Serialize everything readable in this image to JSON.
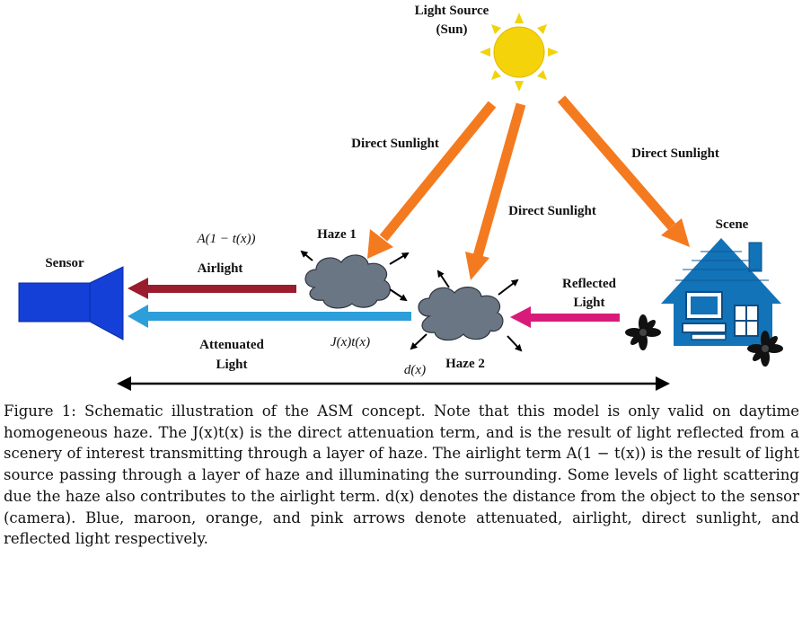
{
  "diagram": {
    "sun_label_line1": "Light Source",
    "sun_label_line2": "(Sun)",
    "direct_sunlight_1": "Direct Sunlight",
    "direct_sunlight_2": "Direct Sunlight",
    "direct_sunlight_3": "Direct Sunlight",
    "scene_label": "Scene",
    "sensor_label": "Sensor",
    "haze1_label": "Haze 1",
    "haze2_label": "Haze 2",
    "airlight_formula": "A(1 − t(x))",
    "airlight_label": "Airlight",
    "reflected_line1": "Reflected",
    "reflected_line2": "Light",
    "attenuated_line1": "Attenuated",
    "attenuated_line2": "Light",
    "transmission_formula": "J(x)t(x)",
    "distance_formula": "d(x)"
  },
  "caption": {
    "text": "Figure 1: Schematic illustration of the ASM concept. Note that this model is only valid on daytime homogeneous haze. The J(x)t(x) is the direct attenuation term, and is the result of light reflected from a scenery of interest transmitting through a layer of haze. The airlight term A(1 − t(x)) is the result of light source passing through a layer of haze and illuminating the surrounding. Some levels of light scattering due the haze also contributes to the airlight term. d(x) denotes the distance from the object to the sensor (camera). Blue, maroon, orange, and pink arrows denote attenuated, airlight, direct sunlight, and reflected light respectively."
  },
  "colors": {
    "orange": "#f47a20",
    "maroon": "#9b1c2c",
    "blue": "#2c9ed9",
    "pink": "#d81b7a",
    "sun": "#f2d20a",
    "haze": "#6b7684",
    "sensor": "#1440d8",
    "house": "#1273b8"
  },
  "icons": [
    "sun-icon",
    "cloud-icon",
    "house-icon",
    "computer-icon",
    "flower-icon",
    "sensor-icon"
  ]
}
